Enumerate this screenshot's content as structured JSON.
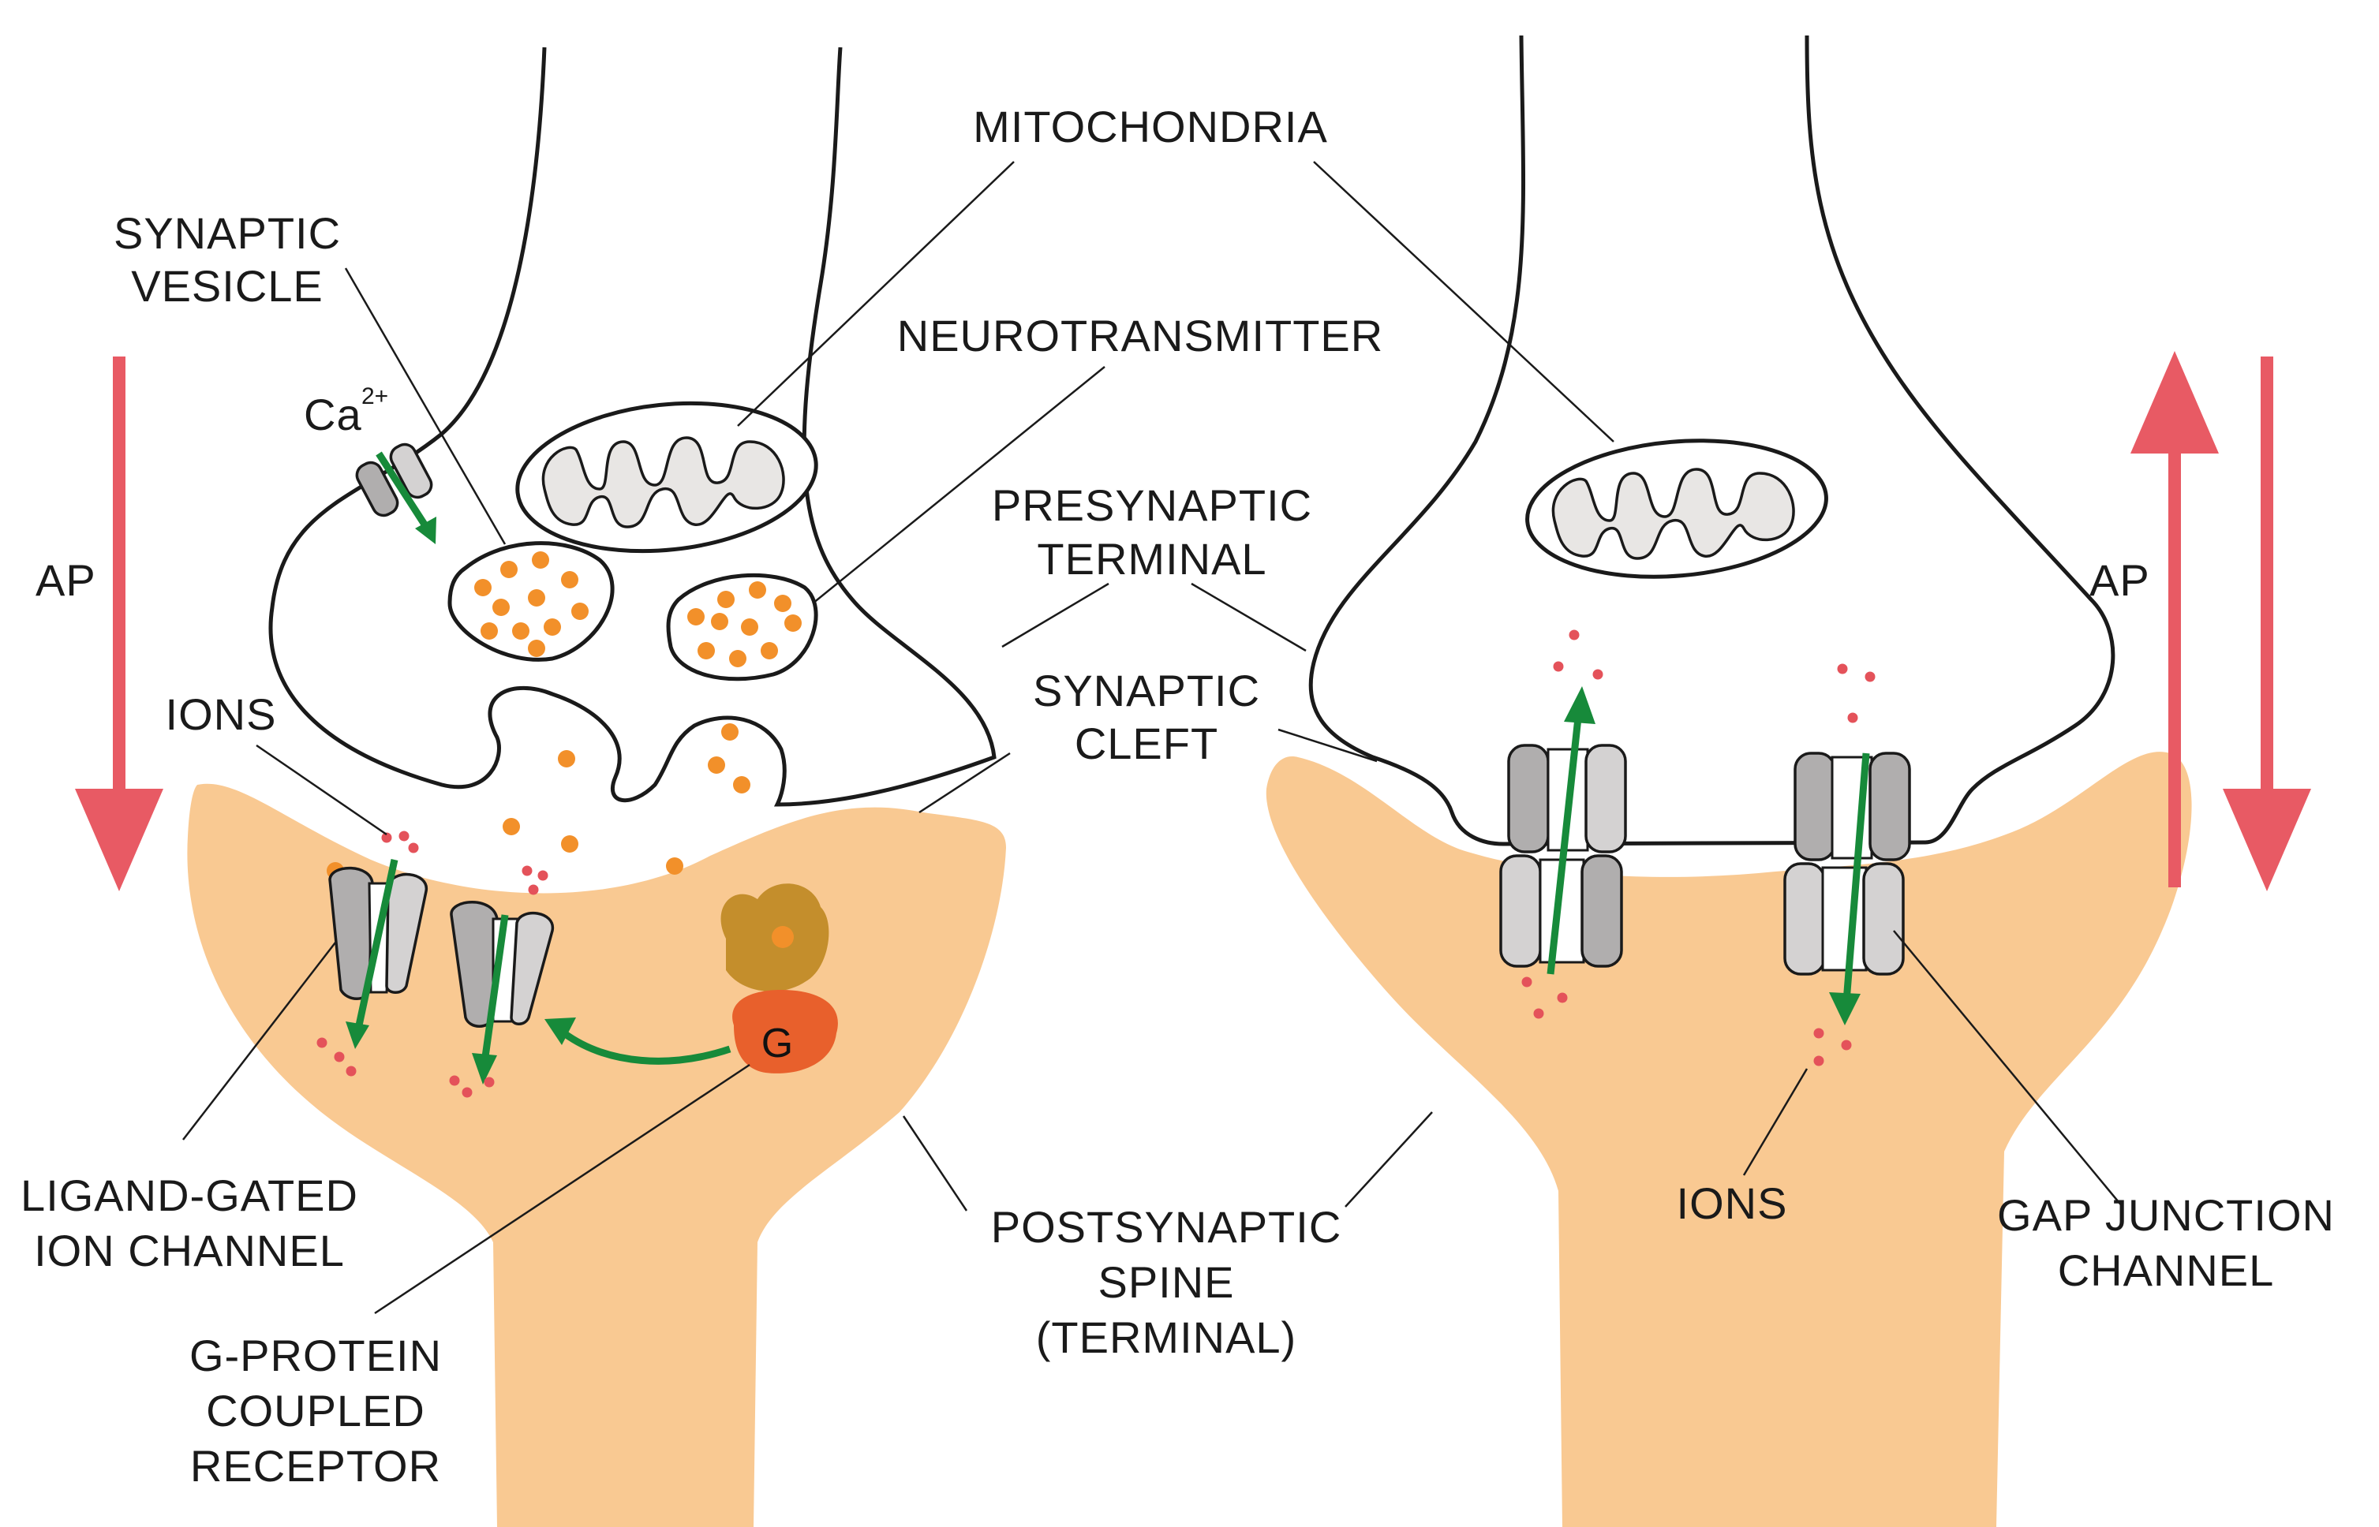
{
  "labels": {
    "synaptic_vesicle_line1": "SYNAPTIC",
    "synaptic_vesicle_line2": "VESICLE",
    "mitochondria": "MITOCHONDRIA",
    "neurotransmitter": "NEUROTRANSMITTER",
    "presynaptic_line1": "PRESYNAPTIC",
    "presynaptic_line2": "TERMINAL",
    "synaptic_cleft_line1": "SYNAPTIC",
    "synaptic_cleft_line2": "CLEFT",
    "calcium": "Ca",
    "calcium_charge": "2+",
    "ap_left": "AP",
    "ap_right": "AP",
    "ions_left": "IONS",
    "ions_right": "IONS",
    "ligand_line1": "LIGAND-GATED",
    "ligand_line2": "ION CHANNEL",
    "gpcr_line1": "G-PROTEIN",
    "gpcr_line2": "COUPLED",
    "gpcr_line3": "RECEPTOR",
    "gprotein": "G",
    "postsynaptic_line1": "POSTSYNAPTIC",
    "postsynaptic_line2": "SPINE",
    "postsynaptic_line3": "(TERMINAL)",
    "gap_line1": "GAP JUNCTION",
    "gap_line2": "CHANNEL"
  },
  "colors": {
    "spine": "#f9c992",
    "neurotransmitter": "#f2902a",
    "ion": "#e4525a",
    "arrow_green": "#178a3a",
    "ap_arrow": "#e85a64",
    "g_protein": "#e8602c",
    "receptor": "#c48e2c",
    "channel_dark": "#b0aeae",
    "channel_light": "#d4d2d2"
  }
}
